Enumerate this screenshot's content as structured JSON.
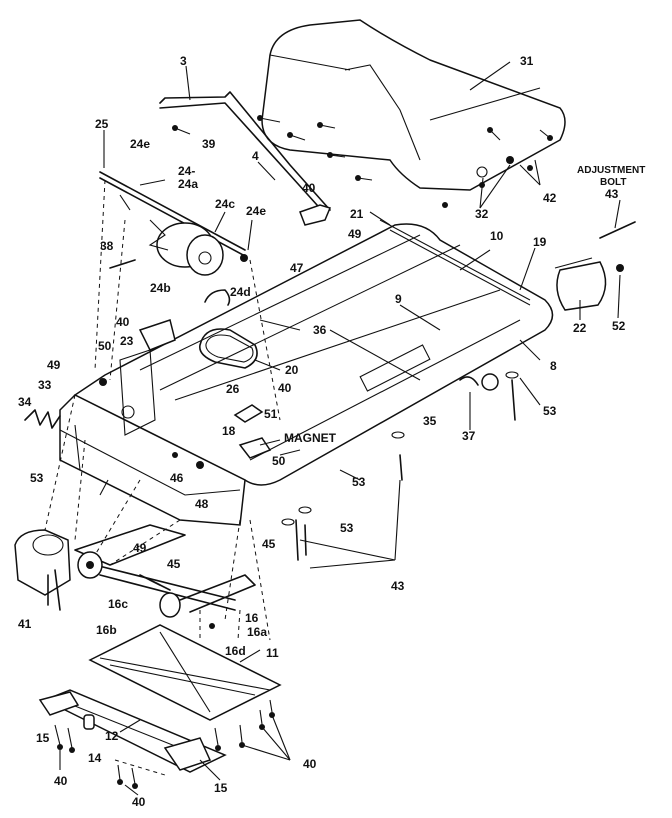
{
  "diagram": {
    "adjustment_bolt_label": "ADJUSTMENT\nBOLT",
    "labels": [
      "31",
      "3",
      "39",
      "25",
      "24e",
      "24-",
      "24a",
      "24c",
      "24e",
      "4",
      "40",
      "42",
      "ADJUSTMENT",
      "BOLT",
      "43",
      "32",
      "21",
      "10",
      "19",
      "38",
      "49",
      "47",
      "24b",
      "24d",
      "9",
      "40",
      "22",
      "52",
      "23",
      "36",
      "20",
      "8",
      "50",
      "49",
      "26",
      "40",
      "33",
      "51",
      "35",
      "34",
      "18",
      "MAGNET",
      "53",
      "37",
      "50",
      "53",
      "46",
      "53",
      "48",
      "45",
      "53",
      "49",
      "45",
      "43",
      "16c",
      "16",
      "16a",
      "16b",
      "16d",
      "11",
      "12",
      "15",
      "14",
      "40",
      "15",
      "40",
      "40",
      "41"
    ]
  }
}
